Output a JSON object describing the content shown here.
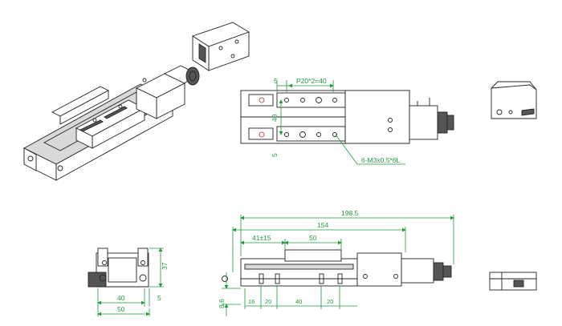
{
  "drawing": {
    "colors": {
      "dimension": "#1f9a3c",
      "outline": "#222222",
      "marker": "#b53030"
    },
    "top_view": {
      "pitch_label": "P20*2=40",
      "edge_offset_top": "5",
      "width_label": "40",
      "edge_offset_bottom": "5",
      "thread_callout": "6-M3x0.5*6L"
    },
    "end_view": {
      "height_label": "37",
      "inner_width_label": "40",
      "offset_label": "5",
      "outer_width_label": "50"
    },
    "front_view": {
      "overall_length_label": "198.5",
      "body_length_label": "154",
      "stroke_label": "41±15",
      "carriage_length_label": "50",
      "height_label": "8.6",
      "hole_dims": [
        "16",
        "20",
        "40",
        "20"
      ]
    }
  }
}
